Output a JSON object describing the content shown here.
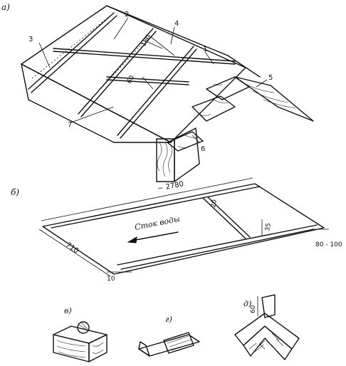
{
  "figure": {
    "panels": {
      "a": "а)",
      "b": "б)",
      "v": "в)",
      "g": "г)",
      "d": "д)"
    },
    "callouts": [
      "1",
      "2",
      "3",
      "4",
      "5",
      "6",
      "7"
    ],
    "dimensions": {
      "top_a": "180",
      "mid_a": "60",
      "length_b": "~ 2780",
      "width_b": "710",
      "seam_gap": "20",
      "seam_height": "35",
      "edge_fold": "80 - 100",
      "fold_width": "10",
      "ridge_d": "60"
    },
    "annotation": "Сток воды"
  }
}
